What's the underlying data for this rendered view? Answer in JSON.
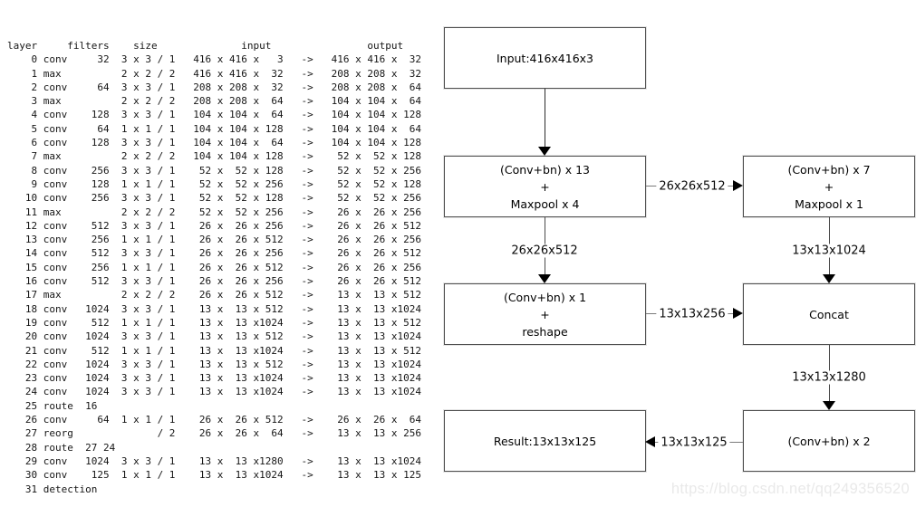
{
  "terminal": {
    "columns": [
      "layer",
      "filters",
      "size",
      "input",
      "output"
    ],
    "lines": [
      "layer     filters    size              input                output",
      "    0 conv     32  3 x 3 / 1   416 x 416 x   3   ->   416 x 416 x  32",
      "    1 max          2 x 2 / 2   416 x 416 x  32   ->   208 x 208 x  32",
      "    2 conv     64  3 x 3 / 1   208 x 208 x  32   ->   208 x 208 x  64",
      "    3 max          2 x 2 / 2   208 x 208 x  64   ->   104 x 104 x  64",
      "    4 conv    128  3 x 3 / 1   104 x 104 x  64   ->   104 x 104 x 128",
      "    5 conv     64  1 x 1 / 1   104 x 104 x 128   ->   104 x 104 x  64",
      "    6 conv    128  3 x 3 / 1   104 x 104 x  64   ->   104 x 104 x 128",
      "    7 max          2 x 2 / 2   104 x 104 x 128   ->    52 x  52 x 128",
      "    8 conv    256  3 x 3 / 1    52 x  52 x 128   ->    52 x  52 x 256",
      "    9 conv    128  1 x 1 / 1    52 x  52 x 256   ->    52 x  52 x 128",
      "   10 conv    256  3 x 3 / 1    52 x  52 x 128   ->    52 x  52 x 256",
      "   11 max          2 x 2 / 2    52 x  52 x 256   ->    26 x  26 x 256",
      "   12 conv    512  3 x 3 / 1    26 x  26 x 256   ->    26 x  26 x 512",
      "   13 conv    256  1 x 1 / 1    26 x  26 x 512   ->    26 x  26 x 256",
      "   14 conv    512  3 x 3 / 1    26 x  26 x 256   ->    26 x  26 x 512",
      "   15 conv    256  1 x 1 / 1    26 x  26 x 512   ->    26 x  26 x 256",
      "   16 conv    512  3 x 3 / 1    26 x  26 x 256   ->    26 x  26 x 512",
      "   17 max          2 x 2 / 2    26 x  26 x 512   ->    13 x  13 x 512",
      "   18 conv   1024  3 x 3 / 1    13 x  13 x 512   ->    13 x  13 x1024",
      "   19 conv    512  1 x 1 / 1    13 x  13 x1024   ->    13 x  13 x 512",
      "   20 conv   1024  3 x 3 / 1    13 x  13 x 512   ->    13 x  13 x1024",
      "   21 conv    512  1 x 1 / 1    13 x  13 x1024   ->    13 x  13 x 512",
      "   22 conv   1024  3 x 3 / 1    13 x  13 x 512   ->    13 x  13 x1024",
      "   23 conv   1024  3 x 3 / 1    13 x  13 x1024   ->    13 x  13 x1024",
      "   24 conv   1024  3 x 3 / 1    13 x  13 x1024   ->    13 x  13 x1024",
      "   25 route  16",
      "   26 conv     64  1 x 1 / 1    26 x  26 x 512   ->    26 x  26 x  64",
      "   27 reorg              / 2    26 x  26 x  64   ->    13 x  13 x 256",
      "   28 route  27 24",
      "   29 conv   1024  3 x 3 / 1    13 x  13 x1280   ->    13 x  13 x1024",
      "   30 conv    125  1 x 1 / 1    13 x  13 x1024   ->    13 x  13 x 125",
      "   31 detection"
    ]
  },
  "diagram": {
    "boxes": {
      "input": {
        "label": "Input:416x416x3"
      },
      "conv13": {
        "lines": [
          "(Conv+bn) x 13",
          "+",
          "Maxpool x 4"
        ]
      },
      "conv7": {
        "lines": [
          "(Conv+bn) x 7",
          "+",
          "Maxpool x 1"
        ]
      },
      "reshape": {
        "lines": [
          "(Conv+bn) x 1",
          "+",
          "reshape"
        ]
      },
      "concat": {
        "label": "Concat"
      },
      "conv2": {
        "label": "(Conv+bn) x 2"
      },
      "result": {
        "label": "Result:13x13x125"
      }
    },
    "arrow_labels": {
      "conv13_to_conv7": "26x26x512",
      "conv13_to_reshape": "26x26x512",
      "conv7_to_concat": "13x13x1024",
      "reshape_to_concat": "13x13x256",
      "concat_to_conv2": "13x13x1280",
      "conv2_to_result": "13x13x125"
    }
  },
  "watermark": "https://blog.csdn.net/qq249356520",
  "colors": {
    "background": "#ffffff",
    "terminal_text": "#161616",
    "box_border": "#4f4f4f",
    "arrow_line": "#7a7a7a",
    "arrowhead": "#000000",
    "watermark_text": "#e9e9e9"
  }
}
